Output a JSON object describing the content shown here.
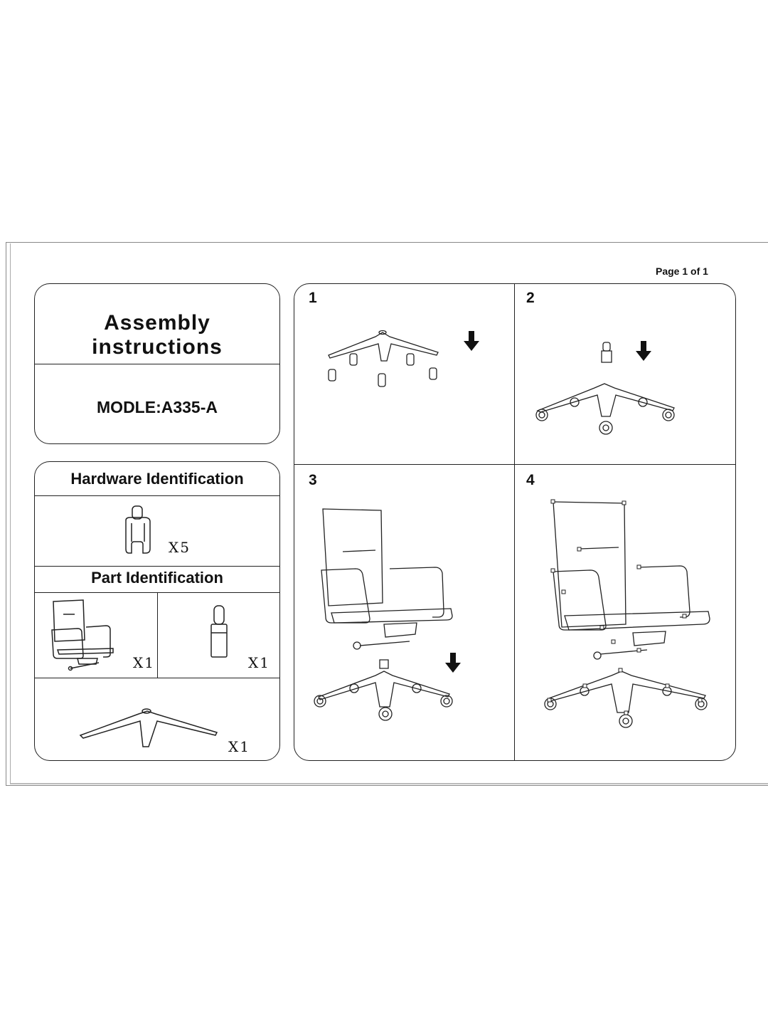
{
  "page_label": "Page 1 of 1",
  "title": "Assembly  instructions",
  "model": "MODLE:A335-A",
  "hardware": {
    "heading": "Hardware Identification",
    "items": [
      {
        "icon": "caster-icon",
        "qty": "X5"
      }
    ]
  },
  "parts": {
    "heading": "Part Identification",
    "items": [
      {
        "icon": "chair-body-icon",
        "qty": "X1"
      },
      {
        "icon": "gas-cylinder-icon",
        "qty": "X1"
      },
      {
        "icon": "star-base-icon",
        "qty": "X1"
      }
    ]
  },
  "steps": [
    {
      "number": "1",
      "illustration": "casters-into-base"
    },
    {
      "number": "2",
      "illustration": "cylinder-into-base"
    },
    {
      "number": "3",
      "illustration": "chair-onto-base"
    },
    {
      "number": "4",
      "illustration": "assembled-chair"
    }
  ]
}
